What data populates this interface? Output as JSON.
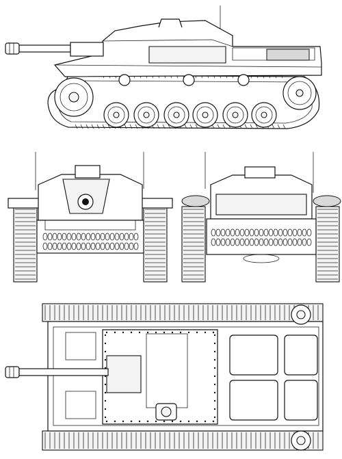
{
  "drawing": {
    "background": "#ffffff",
    "ink": "#111111",
    "views": [
      {
        "id": "side",
        "icon": "tank-side-view"
      },
      {
        "id": "front",
        "icon": "tank-front-view"
      },
      {
        "id": "rear",
        "icon": "tank-rear-view"
      },
      {
        "id": "top",
        "icon": "tank-top-view"
      }
    ]
  }
}
